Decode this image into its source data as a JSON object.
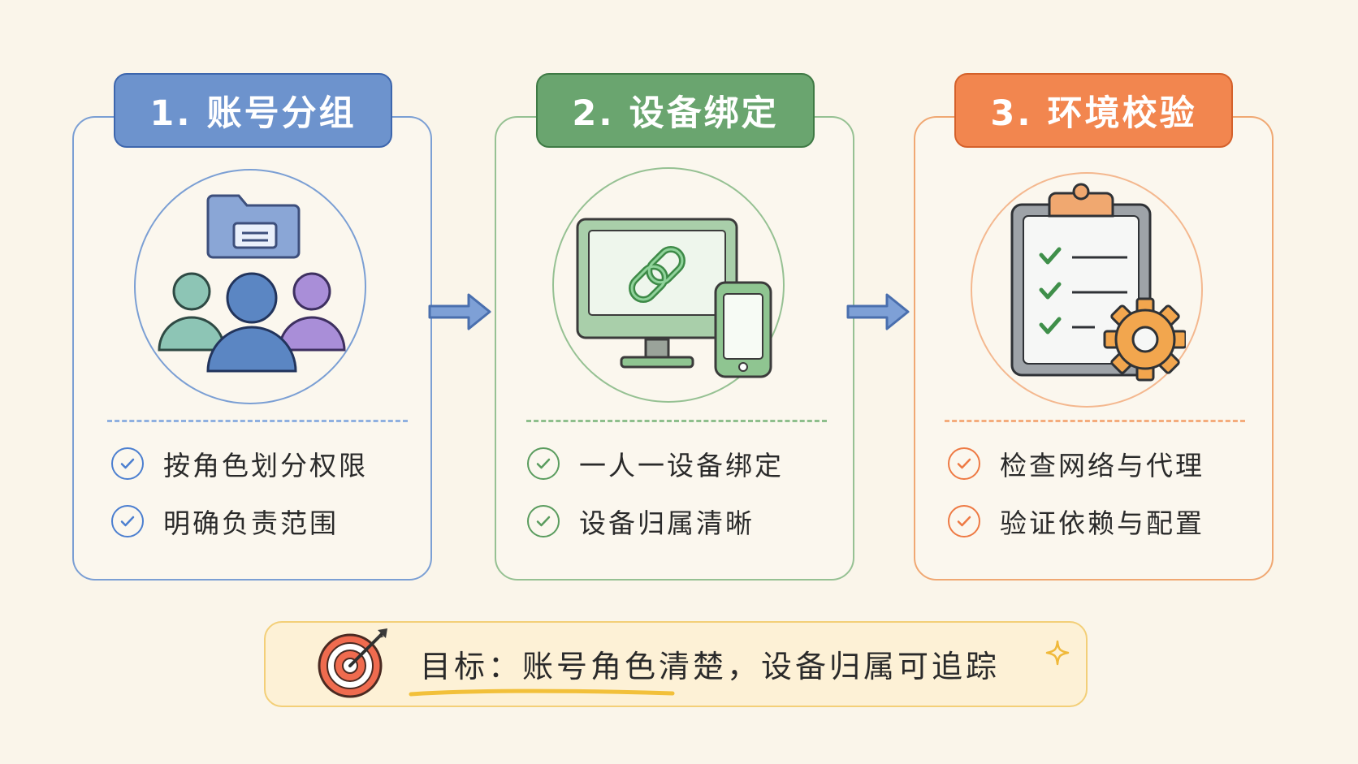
{
  "steps": [
    {
      "title": "1. 账号分组",
      "icon": "users-folder-icon",
      "color": "#6d93cd",
      "items": [
        "按角色划分权限",
        "明确负责范围"
      ]
    },
    {
      "title": "2. 设备绑定",
      "icon": "monitor-phone-link-icon",
      "color": "#6aa56f",
      "items": [
        "一人一设备绑定",
        "设备归属清晰"
      ]
    },
    {
      "title": "3. 环境校验",
      "icon": "clipboard-gear-icon",
      "color": "#f2864f",
      "items": [
        "检查网络与代理",
        "验证依赖与配置"
      ]
    }
  ],
  "goal": {
    "text": "目标：账号角色清楚，设备归属可追踪",
    "icon": "target-icon",
    "color": "#f3cf78"
  }
}
